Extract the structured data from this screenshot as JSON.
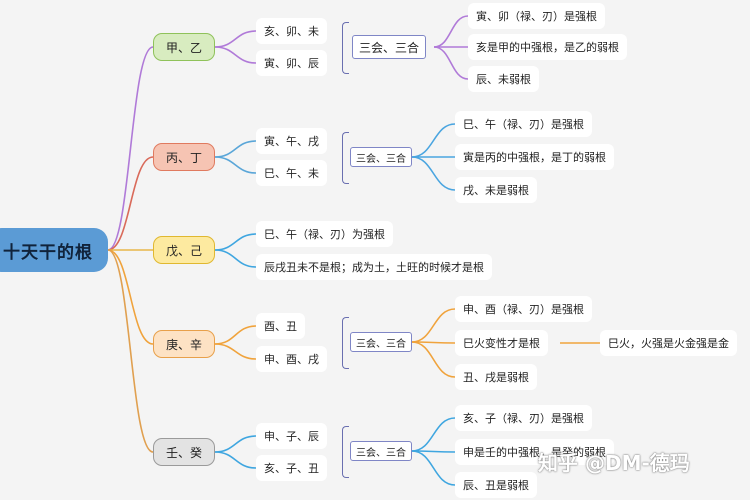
{
  "root": "十天干的根",
  "groups": [
    {
      "stem": "甲、乙",
      "combos": [
        "亥、卯、未",
        "寅、卯、辰"
      ],
      "mid": "三会、三合",
      "notes": [
        "寅、卯（禄、刃）是强根",
        "亥是甲的中强根，是乙的弱根",
        "辰、未弱根"
      ]
    },
    {
      "stem": "丙、丁",
      "combos": [
        "寅、午、戌",
        "巳、午、未"
      ],
      "mid": "三会、三合",
      "notes": [
        "巳、午（禄、刃）是强根",
        "寅是丙的中强根，是丁的弱根",
        "戌、未是弱根"
      ]
    },
    {
      "stem": "戊、己",
      "notes": [
        "巳、午（禄、刃）为强根",
        "辰戌丑未不是根；成为土，土旺的时候才是根"
      ]
    },
    {
      "stem": "庚、辛",
      "combos": [
        "酉、丑",
        "申、酉、戌"
      ],
      "mid": "三会、三合",
      "notes": [
        "申、酉（禄、刃）是强根",
        "巳火变性才是根",
        "丑、戌是弱根"
      ],
      "extra": "巳火，火强是火金强是金"
    },
    {
      "stem": "壬、癸",
      "combos": [
        "申、子、辰",
        "亥、子、丑"
      ],
      "mid": "三会、三合",
      "notes": [
        "亥、子（禄、刃）是强根",
        "申是壬的中强根，是癸的弱根",
        "辰、丑是弱根"
      ]
    }
  ],
  "watermark": "知乎 @DM-德玛",
  "colors": {
    "root": "#5b9bd5",
    "stems": [
      {
        "fill": "#d8ecc0",
        "border": "#8fc25a",
        "line": "#b07ad8"
      },
      {
        "fill": "#f6c4b3",
        "border": "#e07a5f",
        "line": "#d96a5a"
      },
      {
        "fill": "#fdeaa0",
        "border": "#e0b830",
        "line": "#e8b64a"
      },
      {
        "fill": "#fde2c4",
        "border": "#e8a04a",
        "line": "#f0a33c"
      },
      {
        "fill": "#e3e3e3",
        "border": "#9a9a9a",
        "line": "#e0a050"
      }
    ],
    "branch": [
      "#b07ad8",
      "#5aa6d8",
      "#3fa6e0",
      "#f0a33c",
      "#3fa6e0"
    ],
    "note": [
      "#b07ad8",
      "#4aa5e0",
      "#3fa6e0",
      "#f0a33c",
      "#3fa6e0"
    ]
  }
}
